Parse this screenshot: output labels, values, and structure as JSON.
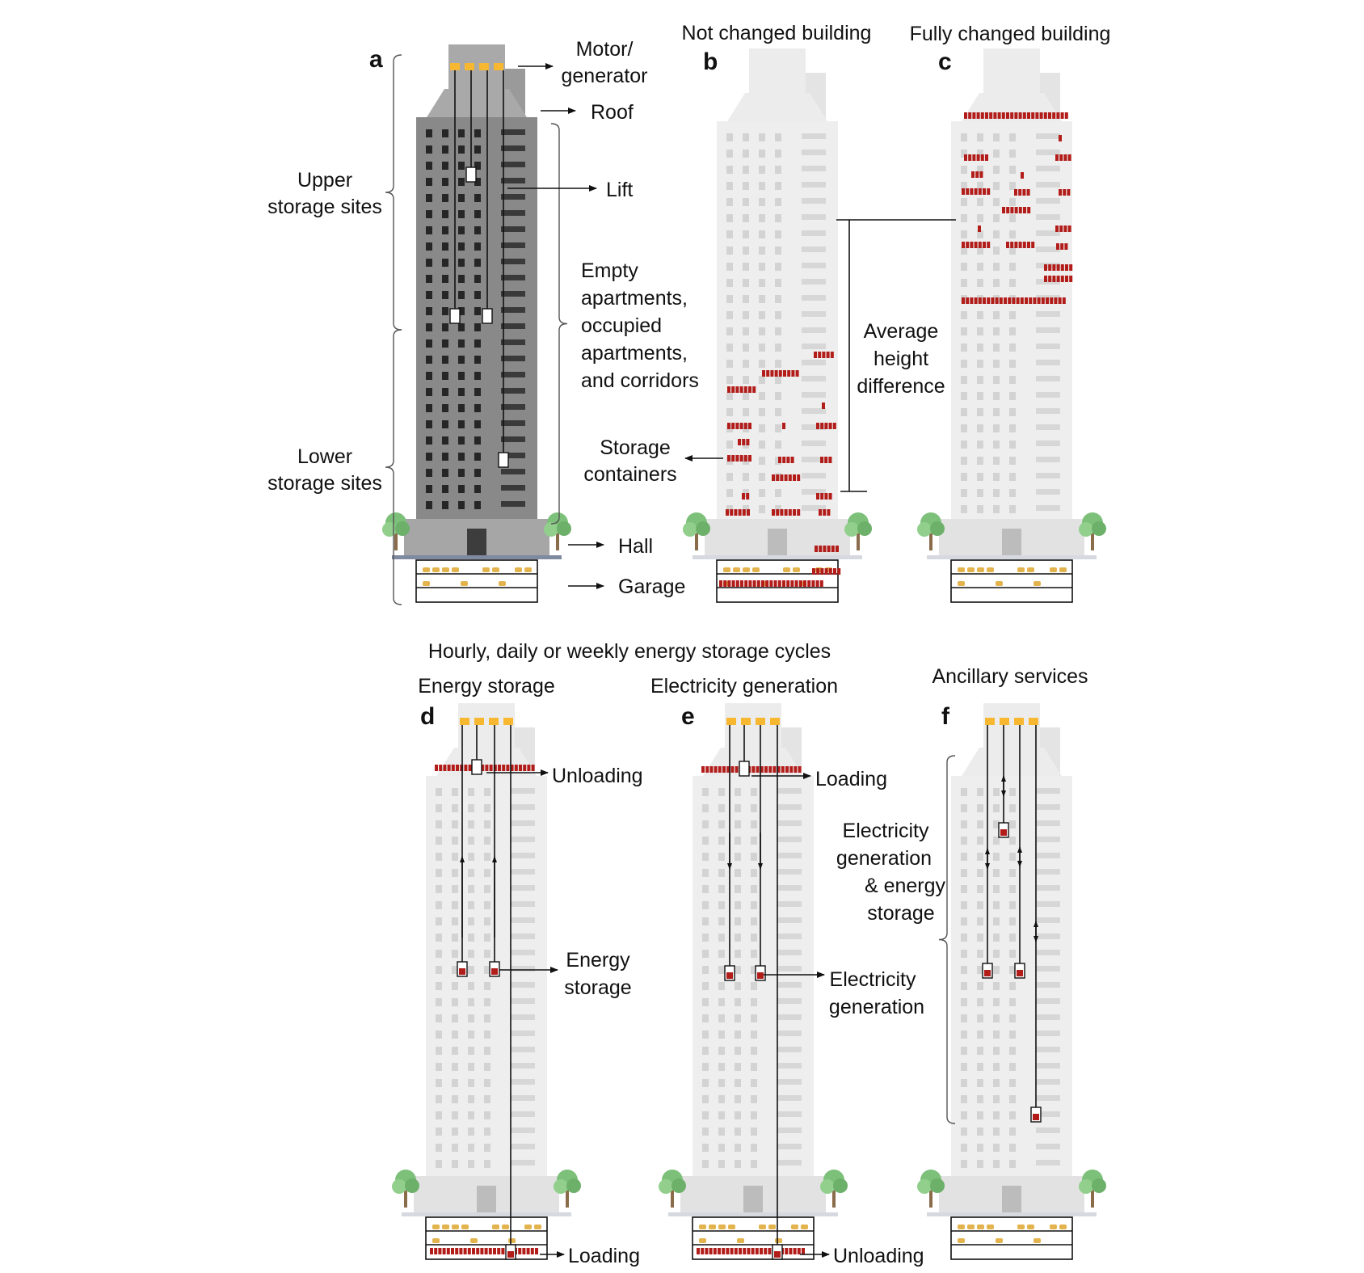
{
  "colors": {
    "dark_tower": "#898989",
    "light_tower": "#eeeeee",
    "light_window": "#d3d3d3",
    "dark_window": "#262626",
    "motor": "#f7b731",
    "container": "#b21d1a",
    "arrow": "#111111"
  },
  "panels": [
    {
      "id": "a",
      "letter": "a",
      "style": "dark"
    },
    {
      "id": "b",
      "letter": "b",
      "style": "light",
      "header": "Not changed building"
    },
    {
      "id": "c",
      "letter": "c",
      "style": "light",
      "header": "Fully changed building"
    },
    {
      "id": "d",
      "letter": "d",
      "style": "light",
      "header": "Energy storage"
    },
    {
      "id": "e",
      "letter": "e",
      "style": "light",
      "header": "Electricity generation"
    },
    {
      "id": "f",
      "letter": "f",
      "style": "light",
      "header": "Ancillary services"
    }
  ],
  "section_title": "Hourly, daily or weekly energy storage cycles",
  "labels": {
    "motor": [
      "Motor/",
      "generator"
    ],
    "roof": [
      "Roof"
    ],
    "lift": [
      "Lift"
    ],
    "upper": [
      "Upper",
      "storage sites"
    ],
    "lower": [
      "Lower",
      "storage sites"
    ],
    "empty": [
      "Empty",
      "apartments,",
      "occupied",
      "apartments,",
      "and corridors"
    ],
    "storage_containers": [
      "Storage",
      "containers"
    ],
    "hall": [
      "Hall"
    ],
    "garage": [
      "Garage"
    ],
    "avg_height": [
      "Average",
      "height",
      "difference"
    ],
    "d_unloading": [
      "Unloading"
    ],
    "d_energy_storage": [
      "Energy",
      "storage"
    ],
    "d_loading": [
      "Loading"
    ],
    "e_loading": [
      "Loading"
    ],
    "e_generation": [
      "Electricity",
      "generation"
    ],
    "e_unloading": [
      "Unloading"
    ],
    "f_mode": [
      "Electricity",
      "generation",
      "& energy",
      "storage"
    ]
  }
}
